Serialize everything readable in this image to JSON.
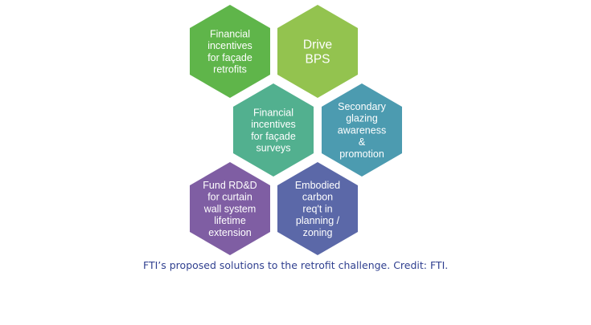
{
  "hexagons": [
    {
      "lines": [
        "Financial",
        "incentives",
        "for façade",
        "retrofits"
      ],
      "color": "#5fb54a"
    },
    {
      "lines": [
        "Drive",
        "BPS"
      ],
      "color": "#93c34f"
    },
    {
      "lines": [
        "Financial",
        "incentives",
        "for façade",
        "surveys"
      ],
      "color": "#52b08f"
    },
    {
      "lines": [
        "Secondary",
        "glazing",
        "awareness",
        "&",
        "promotion"
      ],
      "color": "#4c9bb0"
    },
    {
      "lines": [
        "Fund RD&D",
        "for curtain",
        "wall system",
        "lifetime",
        "extension"
      ],
      "color": "#7f5ea3"
    },
    {
      "lines": [
        "Embodied",
        "carbon",
        "req't in",
        "planning /",
        "zoning"
      ],
      "color": "#5b68a8"
    }
  ],
  "caption": "FTI’s proposed solutions to the retrofit challenge. Credit: FTI."
}
